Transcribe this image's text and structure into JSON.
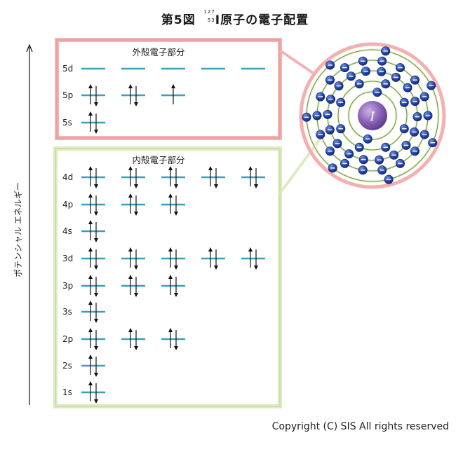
{
  "title": {
    "prefix": "第5図",
    "mass_number": "127",
    "atomic_number": "53",
    "symbol": "I",
    "suffix": "原子の電子配置"
  },
  "axis_label": "ポテンシャル エネルギー",
  "outer_box": {
    "title": "外殻電子部分"
  },
  "inner_box": {
    "title": "内殻電子部分"
  },
  "nucleus_symbol": "I",
  "levels": [
    {
      "label": "5d",
      "orbitals": [
        0,
        0,
        0,
        0,
        0
      ],
      "box": "outer"
    },
    {
      "label": "5p",
      "orbitals": [
        2,
        2,
        1
      ],
      "box": "outer"
    },
    {
      "label": "5s",
      "orbitals": [
        2
      ],
      "box": "outer"
    },
    {
      "label": "4d",
      "orbitals": [
        2,
        2,
        2,
        2,
        2
      ],
      "box": "inner"
    },
    {
      "label": "4p",
      "orbitals": [
        2,
        2,
        2
      ],
      "box": "inner"
    },
    {
      "label": "4s",
      "orbitals": [
        2
      ],
      "box": "inner"
    },
    {
      "label": "3d",
      "orbitals": [
        2,
        2,
        2,
        2,
        2
      ],
      "box": "inner"
    },
    {
      "label": "3p",
      "orbitals": [
        2,
        2,
        2
      ],
      "box": "inner"
    },
    {
      "label": "3s",
      "orbitals": [
        2
      ],
      "box": "inner"
    },
    {
      "label": "2p",
      "orbitals": [
        2,
        2,
        2
      ],
      "box": "inner"
    },
    {
      "label": "2s",
      "orbitals": [
        2
      ],
      "box": "inner"
    },
    {
      "label": "1s",
      "orbitals": [
        2
      ],
      "box": "inner"
    }
  ],
  "shells": [
    {
      "electrons": 2
    },
    {
      "electrons": 8
    },
    {
      "electrons": 18
    },
    {
      "electrons": 18
    },
    {
      "electrons": 7
    }
  ],
  "copyright": "Copyright (C) SIS All rights reserved",
  "colors": {
    "level_line": "#3aa0b8",
    "outer_box": "#f4a0a0",
    "inner_box": "#cfe6a8",
    "electron": "#1f3f9e",
    "nucleus": "#7a55a8",
    "shell_ring": "#6f9a3a"
  }
}
